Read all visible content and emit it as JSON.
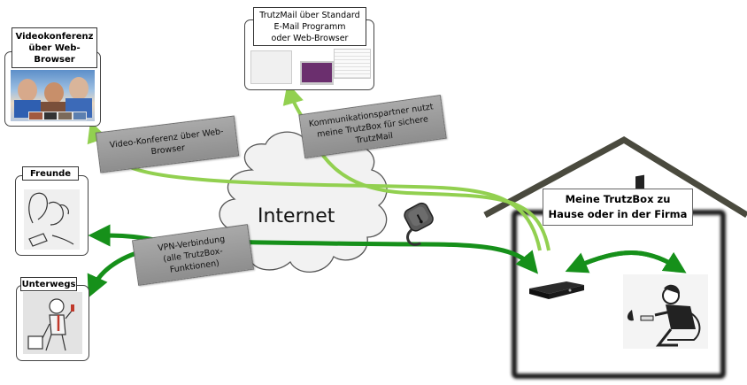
{
  "diagram": {
    "cloud_label": "Internet",
    "home": {
      "title": "Meine TrutzBox zu Hause oder in der Firma",
      "title_lines": [
        "Meine TrutzBox zu",
        "Hause oder in der Firma"
      ]
    },
    "endpoints": {
      "video": {
        "label_lines": [
          "Videokonferenz",
          "über Web-",
          "Browser"
        ]
      },
      "mail": {
        "label_lines": [
          "TrutzMail über Standard",
          "E-Mail Programm",
          "oder Web-Browser"
        ]
      },
      "friends": {
        "label": "Freunde"
      },
      "mobile": {
        "label": "Unterwegs"
      }
    },
    "notes": {
      "video_conf": [
        "Video-Konferenz über Web-",
        "Browser"
      ],
      "partner": [
        "Kommunikationspartner nutzt",
        "meine TrutzBox für sichere",
        "TrutzMail"
      ],
      "vpn": [
        "VPN-Verbindung",
        "(alle TrutzBox-",
        "Funktionen)"
      ]
    },
    "colors": {
      "light_green": "#92d050",
      "dark_green": "#16901a",
      "house_roof": "#4a4a3e",
      "note_gray": "#9a9a9a"
    }
  }
}
